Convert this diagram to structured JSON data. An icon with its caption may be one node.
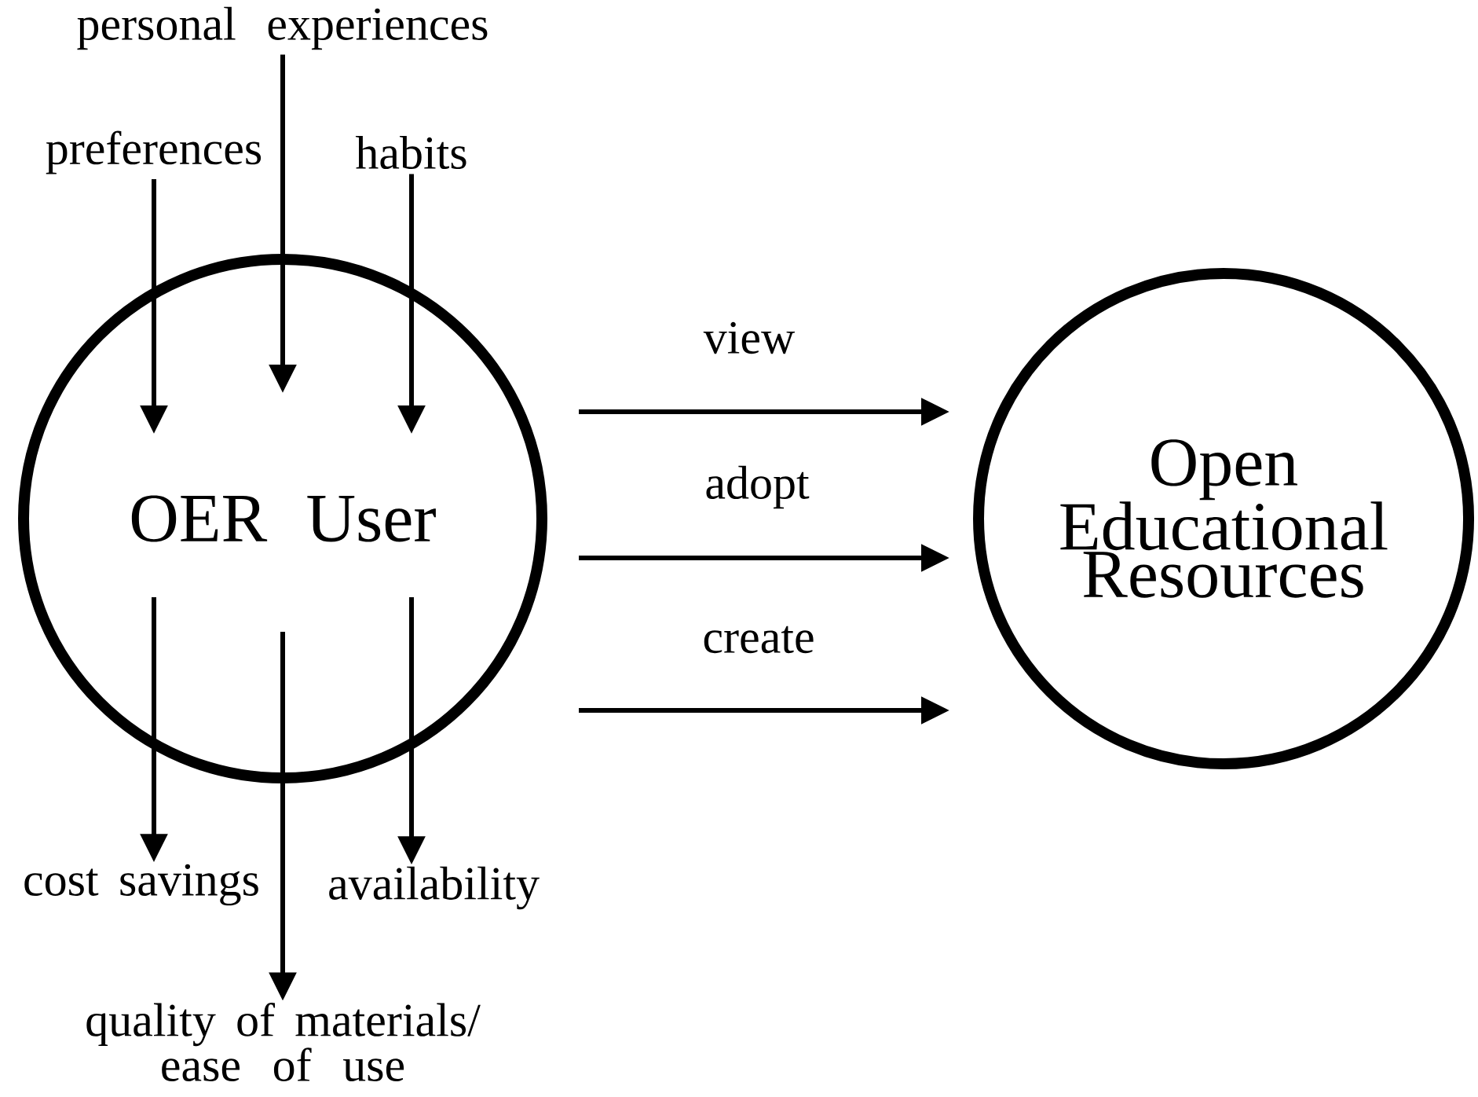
{
  "diagram": {
    "nodes": [
      {
        "text": [
          "OER User"
        ]
      },
      {
        "text": [
          "Open Educational Resources"
        ]
      },
      {
        "text": [
          "personal experiences"
        ]
      },
      {
        "text": [
          "preferences"
        ]
      },
      {
        "text": [
          "habits"
        ]
      },
      {
        "text": [
          "cost savings"
        ]
      },
      {
        "text": [
          "quality of materials/ ease of use"
        ]
      },
      {
        "text": [
          "availability"
        ]
      }
    ],
    "edges": [
      {
        "from": 2,
        "to": 0,
        "arrow": "to"
      },
      {
        "from": 3,
        "to": 0,
        "arrow": "to"
      },
      {
        "from": 4,
        "to": 0,
        "arrow": "to"
      },
      {
        "from": 0,
        "to": 5,
        "arrow": "to"
      },
      {
        "from": 0,
        "to": 6,
        "arrow": "to"
      },
      {
        "from": 0,
        "to": 7,
        "arrow": "to"
      },
      {
        "from": 0,
        "to": 1,
        "arrow": "to",
        "label": "view"
      },
      {
        "from": 0,
        "to": 1,
        "arrow": "to",
        "label": "adopt"
      },
      {
        "from": 0,
        "to": 1,
        "arrow": "to",
        "label": "create"
      }
    ]
  }
}
